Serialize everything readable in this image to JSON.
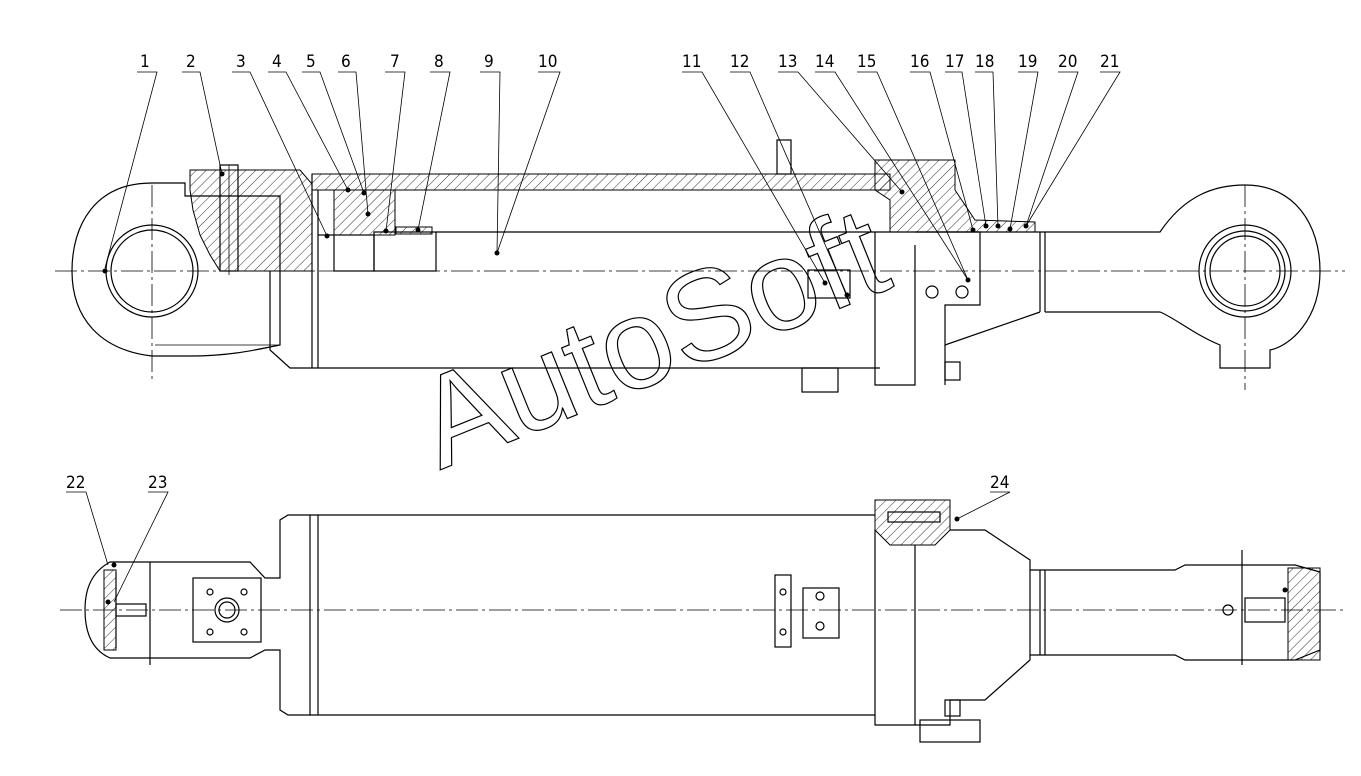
{
  "drawing": {
    "watermark": "AutoSoft",
    "callouts": [
      {
        "label": "1"
      },
      {
        "label": "2"
      },
      {
        "label": "3"
      },
      {
        "label": "4"
      },
      {
        "label": "5"
      },
      {
        "label": "6"
      },
      {
        "label": "7"
      },
      {
        "label": "8"
      },
      {
        "label": "9"
      },
      {
        "label": "10"
      },
      {
        "label": "11"
      },
      {
        "label": "12"
      },
      {
        "label": "13"
      },
      {
        "label": "14"
      },
      {
        "label": "15"
      },
      {
        "label": "16"
      },
      {
        "label": "17"
      },
      {
        "label": "18"
      },
      {
        "label": "19"
      },
      {
        "label": "20"
      },
      {
        "label": "21"
      },
      {
        "label": "22"
      },
      {
        "label": "23"
      },
      {
        "label": "24"
      }
    ]
  }
}
